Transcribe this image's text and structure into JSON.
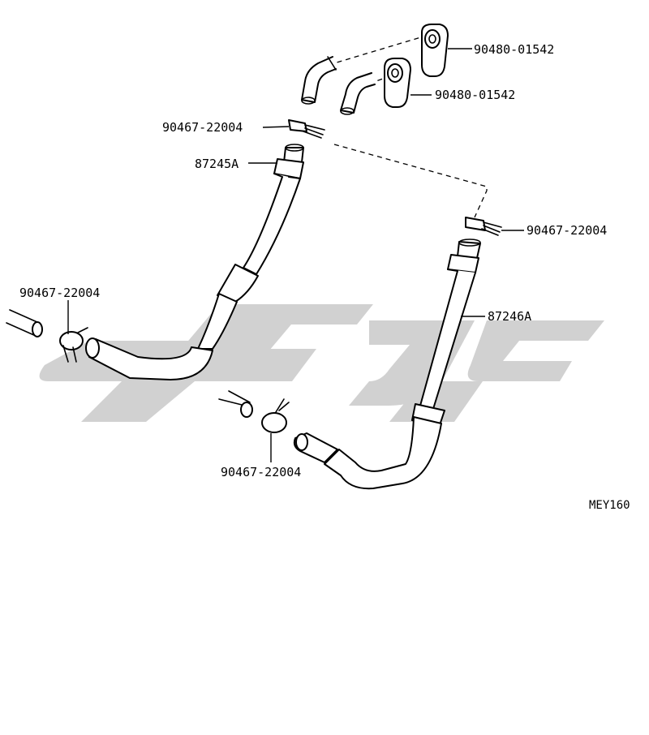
{
  "labels": {
    "hose_clip_top_right_a": "90480-01542",
    "hose_clip_top_right_b": "90480-01542",
    "clamp_upper_left": "90467-22004",
    "hose_left": "87245A",
    "clamp_right": "90467-22004",
    "clamp_far_left": "90467-22004",
    "hose_right": "87246A",
    "clamp_bottom_center": "90467-22004",
    "diagram_code": "MEY160"
  },
  "watermark": {
    "color": "#c8c8c8"
  }
}
